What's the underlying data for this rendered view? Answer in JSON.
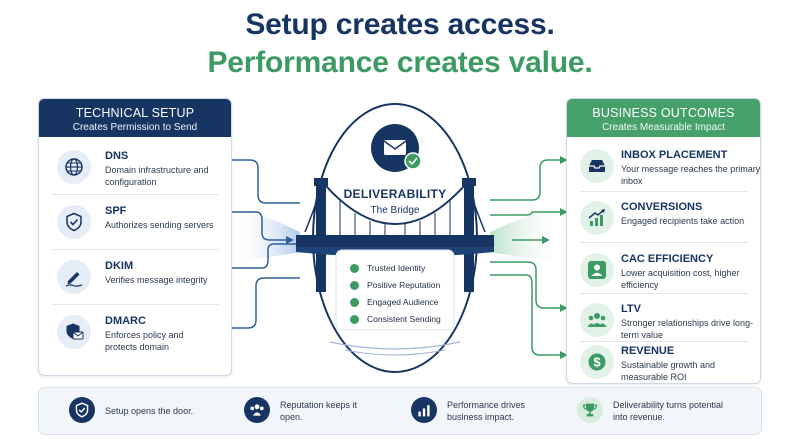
{
  "headline": {
    "line1": "Setup creates access.",
    "line2": "Performance creates value."
  },
  "left_panel": {
    "title": "TECHNICAL SETUP",
    "subtitle": "Creates Permission to Send",
    "items": [
      {
        "name": "DNS",
        "desc": "Domain infrastructure and configuration",
        "icon": "globe-icon"
      },
      {
        "name": "SPF",
        "desc": "Authorizes sending servers",
        "icon": "shield-check-icon"
      },
      {
        "name": "DKIM",
        "desc": "Verifies message integrity",
        "icon": "pen-signature-icon"
      },
      {
        "name": "DMARC",
        "desc": "Enforces policy and protects domain",
        "icon": "shield-envelope-icon"
      }
    ]
  },
  "bridge": {
    "title": "DELIVERABILITY",
    "subtitle": "The Bridge",
    "checklist": [
      "Trusted Identity",
      "Positive Reputation",
      "Engaged Audience",
      "Consistent Sending"
    ]
  },
  "right_panel": {
    "title": "BUSINESS OUTCOMES",
    "subtitle": "Creates Measurable Impact",
    "items": [
      {
        "name": "INBOX PLACEMENT",
        "desc": "Your message reaches the primary inbox",
        "icon": "inbox-icon"
      },
      {
        "name": "CONVERSIONS",
        "desc": "Engaged recipients take action",
        "icon": "growth-chart-icon"
      },
      {
        "name": "CAC EFFICIENCY",
        "desc": "Lower acquisition cost, higher efficiency",
        "icon": "person-icon"
      },
      {
        "name": "LTV",
        "desc": "Stronger relationships drive long-term value",
        "icon": "group-icon"
      },
      {
        "name": "REVENUE",
        "desc": "Sustainable growth and measurable ROI",
        "icon": "dollar-icon"
      }
    ]
  },
  "footer": {
    "tips": [
      {
        "text": "Setup opens the door.",
        "icon": "shield-check-icon"
      },
      {
        "text": "Reputation keeps it open.",
        "icon": "group-icon"
      },
      {
        "text": "Performance drives business impact.",
        "icon": "bar-chart-icon"
      },
      {
        "text": "Deliverability turns potential into revenue.",
        "icon": "trophy-icon"
      }
    ]
  },
  "colors": {
    "navy": "#173563",
    "green": "#3c9b62",
    "panel_green": "#45a06a"
  }
}
